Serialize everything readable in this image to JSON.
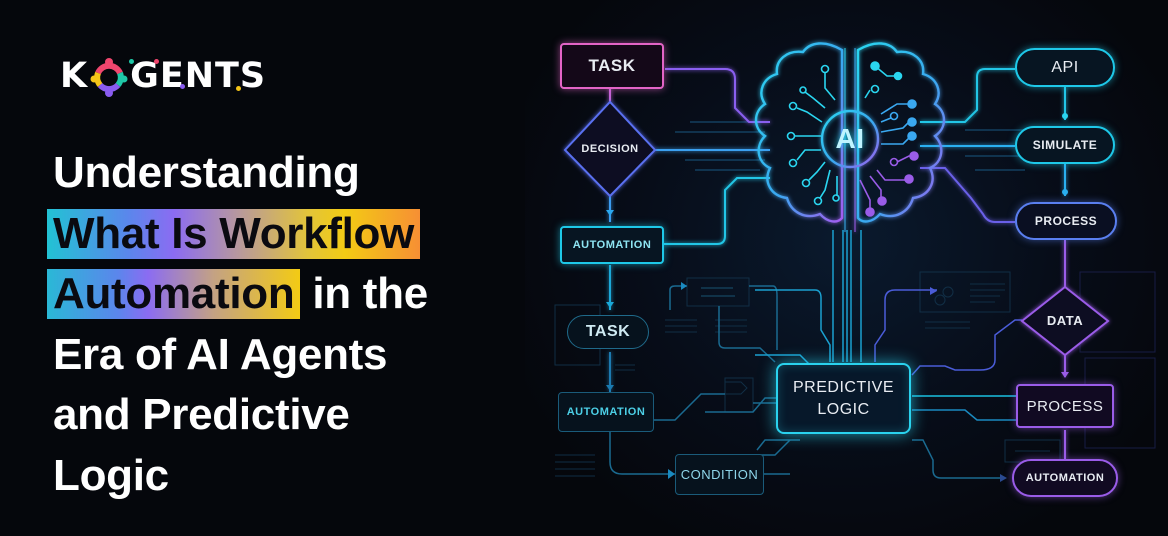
{
  "brand": {
    "name": "KOGENTS",
    "logo_prefix": "K",
    "logo_suffix": "GENTS",
    "colors": {
      "ring_pink": "#f0466e",
      "ring_yellow": "#f5c518",
      "ring_teal": "#1fc8a8",
      "ring_purple": "#8a5cf0",
      "dot_teal": "#1fc8a8",
      "dot_pink": "#f0466e",
      "dot_purple": "#8a5cf0",
      "dot_yellow": "#f5c518"
    }
  },
  "headline": {
    "line1": "Understanding",
    "line2_highlight": "What Is Workflow",
    "line3_highlight": "Automation",
    "line3_rest": " in the",
    "line4": "Era of AI Agents",
    "line5": "and Predictive",
    "line6": "Logic"
  },
  "diagram": {
    "brain_label": "AI",
    "left_column": {
      "task_top": "TASK",
      "decision": "DECISION",
      "automation_1": "AUTOMATION",
      "task_mid": "TASK",
      "automation_2": "AUTOMATION",
      "condition": "CONDITION"
    },
    "center": {
      "predictive_logic_line1": "PREDICTIVE",
      "predictive_logic_line2": "LOGIC"
    },
    "right_column": {
      "api": "API",
      "simulate": "SIMULATE",
      "process_1": "PROCESS",
      "data": "DATA",
      "process_2": "PROCESS",
      "automation": "AUTOMATION"
    }
  }
}
